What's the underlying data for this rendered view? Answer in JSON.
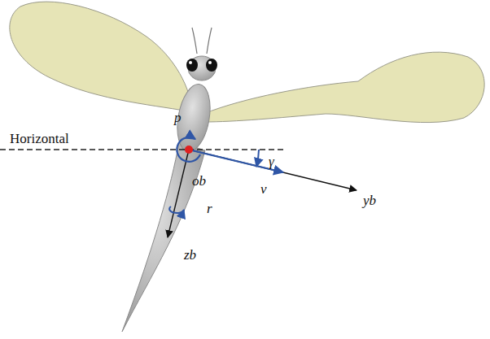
{
  "diagram": {
    "labels": [
      "Horizontal",
      "p",
      "ob",
      "γ",
      "v",
      "yb",
      "r",
      "zb"
    ]
  }
}
